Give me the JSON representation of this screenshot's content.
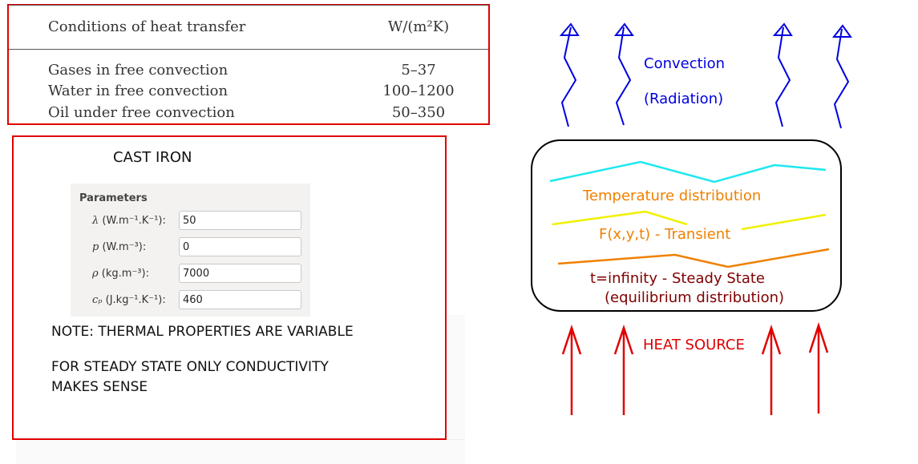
{
  "heat_table": {
    "header": {
      "condition": "Conditions of heat transfer",
      "unit": "W/(m²K)"
    },
    "rows": [
      {
        "condition": "Gases in free convection",
        "value": "5–37"
      },
      {
        "condition": "Water in free convection",
        "value": "100–1200"
      },
      {
        "condition": "Oil under free convection",
        "value": "50–350"
      }
    ]
  },
  "material_panel": {
    "title": "CAST IRON",
    "parameters_heading": "Parameters",
    "parameters": [
      {
        "symbol": "λ",
        "unit": "(W.m⁻¹.K⁻¹):",
        "value": "50"
      },
      {
        "symbol": "p",
        "unit": "(W.m⁻³):",
        "value": "0"
      },
      {
        "symbol": "ρ",
        "unit": "(kg.m⁻³):",
        "value": "7000"
      },
      {
        "symbol": "cₚ",
        "unit": "(J.kg⁻¹.K⁻¹):",
        "value": "460"
      }
    ],
    "note_line1": "NOTE: THERMAL PROPERTIES ARE VARIABLE",
    "note_line2": "FOR STEADY STATE ONLY CONDUCTIVITY",
    "note_line3": "MAKES SENSE"
  },
  "diagram": {
    "convection": "Convection",
    "radiation": "(Radiation)",
    "temperature_distribution": "Temperature distribution",
    "transient": "F(x,y,t) - Transient",
    "steady_state": "t=infinity - Steady State",
    "equilibrium": "(equilibrium distribution)",
    "heat_source": "HEAT SOURCE",
    "colors": {
      "convection": "#0000e0",
      "temperature": "#f08000",
      "steady": "#800000",
      "heat_source": "#e00000",
      "line_top": "#1ee8f0",
      "line_middle": "#f0f000",
      "line_bottom": "#f08000"
    }
  }
}
